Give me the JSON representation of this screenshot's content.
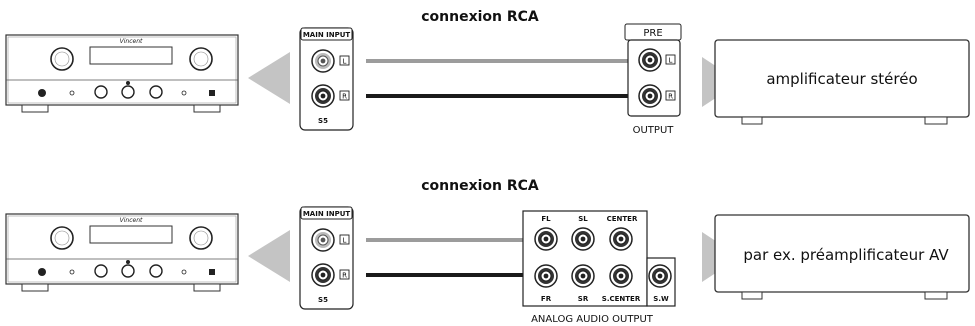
{
  "diagram": {
    "top": {
      "title": "connexion RCA",
      "amp_brand": "Vincent",
      "input_box_label": "MAIN INPUT",
      "input_left": "L",
      "input_right": "R",
      "input_model": "S5",
      "pre_label": "PRE",
      "pre_left": "L",
      "pre_right": "R",
      "pre_caption": "OUTPUT",
      "target_label": "amplificateur stéréo"
    },
    "bottom": {
      "title": "connexion RCA",
      "amp_brand": "Vincent",
      "input_box_label": "MAIN INPUT",
      "input_left": "L",
      "input_right": "R",
      "input_model": "S5",
      "ch_fl": "FL",
      "ch_sl": "SL",
      "ch_center": "CENTER",
      "ch_fr": "FR",
      "ch_sr": "SR",
      "ch_scenter": "S.CENTER",
      "ch_sw": "S.W",
      "output_caption": "ANALOG AUDIO OUTPUT",
      "target_label": "par ex. préamplificateur AV"
    },
    "colors": {
      "left_cable": "#9c9c9c",
      "right_cable": "#1a1a1a",
      "arrow": "#c4c4c4",
      "device_outline": "#333333"
    }
  }
}
